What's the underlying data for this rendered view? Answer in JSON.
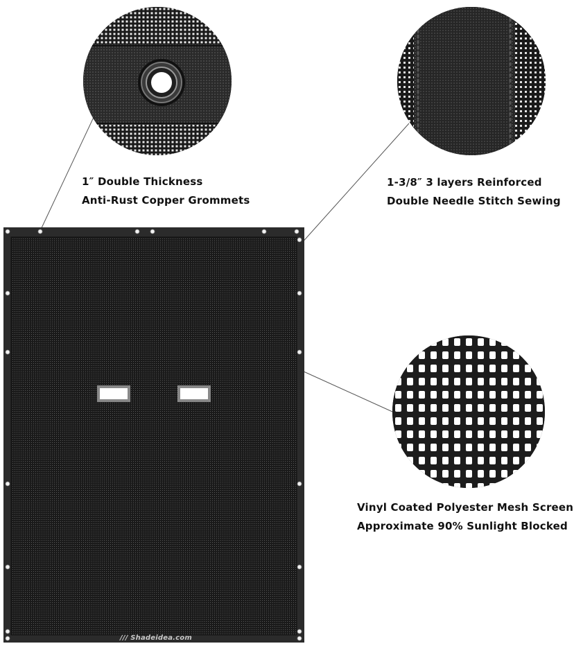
{
  "callouts": {
    "grommets": {
      "line1": "1″ Double Thickness",
      "line2": "Anti-Rust Copper Grommets"
    },
    "stitch": {
      "line1": "1-3/8″ 3 layers Reinforced",
      "line2": "Double Needle Stitch Sewing"
    },
    "mesh": {
      "line1": "Vinyl Coated Polyester Mesh Screen",
      "line2": "Approximate 90% Sunlight Blocked"
    }
  },
  "panel": {
    "watermark": "/// Shadeidea.com"
  },
  "colors": {
    "mesh_dark": "#1b1b1b",
    "hem": "#2b2b2b",
    "grommet": "#f2f2f2",
    "leader_line": "#555555",
    "text": "#111111"
  }
}
